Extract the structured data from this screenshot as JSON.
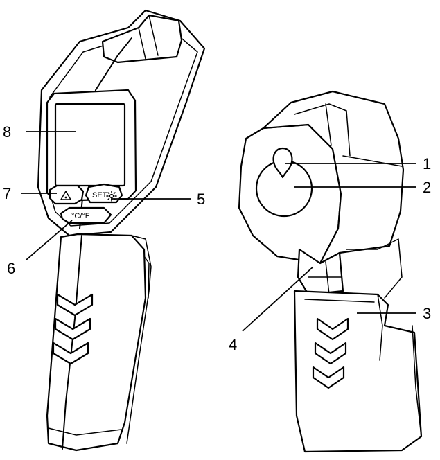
{
  "callouts": {
    "c1": "1",
    "c2": "2",
    "c3": "3",
    "c4": "4",
    "c5": "5",
    "c6": "6",
    "c7": "7",
    "c8": "8"
  },
  "buttons": {
    "set_label": "SET",
    "unit_label": "°C/°F"
  },
  "icons": {
    "laser_button": "laser-warning-triangle-icon",
    "backlight": "sun-backlight-icon"
  }
}
